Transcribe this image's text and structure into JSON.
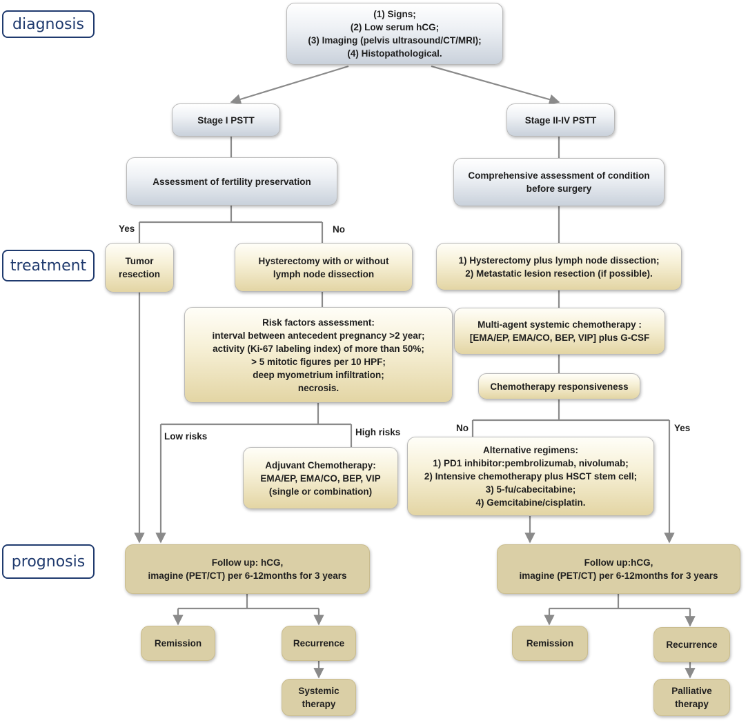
{
  "sections": [
    "diagnosis",
    "treatment",
    "prognosis"
  ],
  "nodes": {
    "diagnosis": [
      "(1) Signs;",
      "(2) Low serum hCG;",
      "(3) Imaging (pelvis ultrasound/CT/MRI);",
      "(4) Histopathological."
    ],
    "stage1": [
      "Stage I PSTT"
    ],
    "stage2": [
      "Stage II-IV PSTT"
    ],
    "fertility": [
      "Assessment of fertility preservation"
    ],
    "comprehensive": [
      "Comprehensive assessment of condition",
      "before surgery"
    ],
    "tumor_resection": [
      "Tumor",
      "resection"
    ],
    "hysterectomy": [
      "Hysterectomy with or without",
      "lymph node dissection"
    ],
    "hyst_lymph": [
      "1)  Hysterectomy plus lymph node dissection;",
      "2) Metastatic lesion resection (if possible)."
    ],
    "risk": [
      "Risk factors assessment:",
      "interval between antecedent pregnancy >2 year;",
      "activity (Ki-67 labeling index) of more than 50%;",
      "> 5 mitotic figures per 10 HPF;",
      "deep myometrium infiltration;",
      "necrosis."
    ],
    "multi_agent": [
      "Multi-agent systemic chemotherapy :",
      "[EMA/EP, EMA/CO, BEP, VIP] plus G-CSF"
    ],
    "chemo_resp": [
      "Chemotherapy responsiveness"
    ],
    "adjuvant": [
      "Adjuvant Chemotherapy:",
      "EMA/EP, EMA/CO, BEP, VIP",
      "(single or combination)"
    ],
    "alternative": [
      "Alternative regimens:",
      "1) PD1 inhibitor:pembrolizumab, nivolumab;",
      "2) Intensive chemotherapy plus HSCT stem cell;",
      "3) 5-fu/cabecitabine;",
      "4) Gemcitabine/cisplatin."
    ],
    "followup_left": [
      "Follow up: hCG,",
      "imagine (PET/CT) per 6-12months for 3 years"
    ],
    "followup_right": [
      "Follow up:hCG,",
      "imagine (PET/CT) per 6-12months for 3 years"
    ],
    "remission_left": [
      "Remission"
    ],
    "recurrence_left": [
      "Recurrence"
    ],
    "systemic": [
      "Systemic",
      "therapy"
    ],
    "remission_right": [
      "Remission"
    ],
    "recurrence_right": [
      "Recurrence"
    ],
    "palliative": [
      "Palliative",
      "therapy"
    ]
  },
  "edge_labels": {
    "yes_fertility": "Yes",
    "no_fertility": "No",
    "low_risks": "Low risks",
    "high_risks": "High risks",
    "no_response": "No",
    "yes_response": "Yes"
  }
}
